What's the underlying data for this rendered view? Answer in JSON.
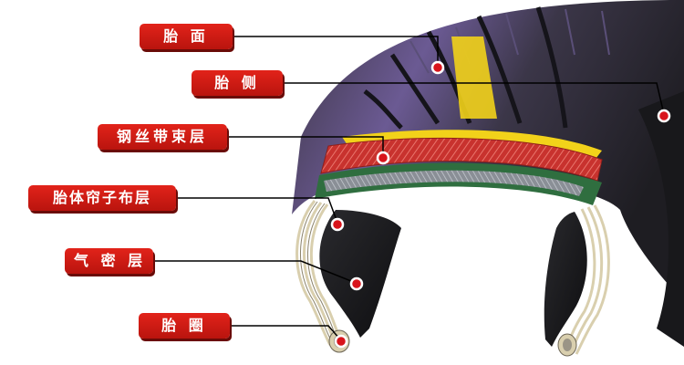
{
  "labels": {
    "tread": "胎 面",
    "sidewall": "胎 侧",
    "steel_belt": "钢丝带束层",
    "carcass_ply": "胎体帘子布层",
    "inner_liner": "气 密 层",
    "bead": "胎 圈"
  },
  "colors": {
    "label_bg": "#d51a13",
    "tread_rubber": "#2e2b33",
    "tread_highlight": "#6f5a9a",
    "yellow_layer": "#f2d21a",
    "steel_belt": "#c8322e",
    "ply_green": "#2f6e3f",
    "inner_cord": "#d9cfae",
    "leader_line": "#000000",
    "marker": "#d8141b"
  }
}
